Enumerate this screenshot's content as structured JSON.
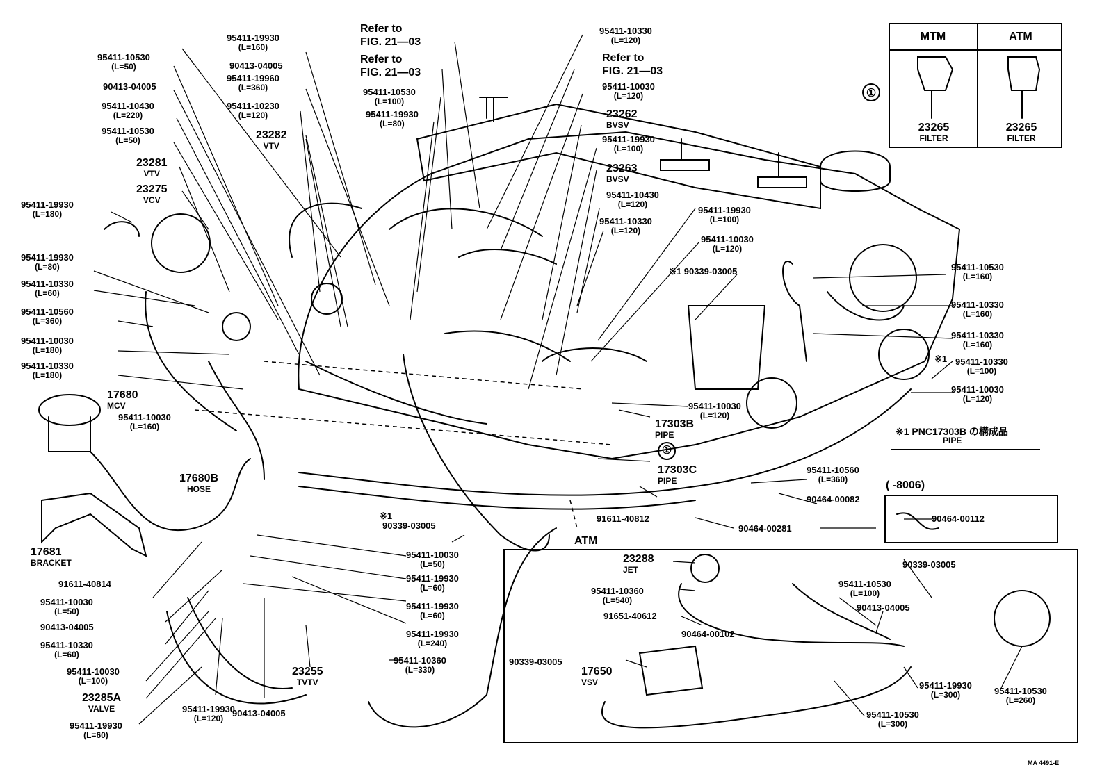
{
  "inset": {
    "col1": "MTM",
    "col2": "ATM",
    "circle": "①",
    "left_part": "23265",
    "left_part_name": "FILTER",
    "right_part": "23265",
    "right_part_name": "FILTER"
  },
  "refs": [
    {
      "line1": "Refer to",
      "line2": "FIG. 21—03"
    },
    {
      "line1": "Refer to",
      "line2": "FIG. 21—03"
    },
    {
      "line1": "Refer to",
      "line2": "FIG. 21—03"
    }
  ],
  "labels": {
    "l01": {
      "n": "95411-19930",
      "s": "(L=160)"
    },
    "l02": {
      "n": "95411-10530",
      "s": "(L=50)"
    },
    "l03": {
      "n": "90413-04005",
      "s": ""
    },
    "l04": {
      "n": "95411-19960",
      "s": "(L=360)"
    },
    "l05": {
      "n": "90413-04005",
      "s": ""
    },
    "l06": {
      "n": "95411-10230",
      "s": "(L=120)"
    },
    "l07": {
      "n": "95411-10430",
      "s": "(L=220)"
    },
    "l08": {
      "n": "95411-10530",
      "s": "(L=50)"
    },
    "l09": {
      "n": "23282",
      "s": "VTV"
    },
    "l10": {
      "n": "23281",
      "s": "VTV"
    },
    "l11": {
      "n": "23275",
      "s": "VCV"
    },
    "l12": {
      "n": "95411-19930",
      "s": "(L=180)"
    },
    "l13": {
      "n": "95411-19930",
      "s": "(L=80)"
    },
    "l14": {
      "n": "95411-10330",
      "s": "(L=60)"
    },
    "l15": {
      "n": "95411-10560",
      "s": "(L=360)"
    },
    "l16": {
      "n": "95411-10030",
      "s": "(L=180)"
    },
    "l17": {
      "n": "95411-10330",
      "s": "(L=180)"
    },
    "l18": {
      "n": "17680",
      "s": "MCV"
    },
    "l19": {
      "n": "95411-10030",
      "s": "(L=160)"
    },
    "l20": {
      "n": "17680B",
      "s": "HOSE"
    },
    "l21": {
      "n": "17681",
      "s": "BRACKET"
    },
    "l22": {
      "n": "91611-40814",
      "s": ""
    },
    "l23": {
      "n": "95411-10030",
      "s": "(L=50)"
    },
    "l24": {
      "n": "90413-04005",
      "s": ""
    },
    "l25": {
      "n": "95411-10330",
      "s": "(L=60)"
    },
    "l26": {
      "n": "95411-10030",
      "s": "(L=100)"
    },
    "l27": {
      "n": "23285A",
      "s": "VALVE"
    },
    "l28": {
      "n": "95411-19930",
      "s": "(L=60)"
    },
    "l29": {
      "n": "95411-19930",
      "s": "(L=120)"
    },
    "l30": {
      "n": "90413-04005",
      "s": ""
    },
    "l31": {
      "n": "23255",
      "s": "TVTV"
    },
    "l32": {
      "n": "95411-10360",
      "s": "(L=330)"
    },
    "l33": {
      "n": "95411-19930",
      "s": "(L=240)"
    },
    "l34": {
      "n": "95411-19930",
      "s": "(L=60)"
    },
    "l35": {
      "n": "95411-19930",
      "s": "(L=60)"
    },
    "l36": {
      "n": "95411-10030",
      "s": "(L=50)"
    },
    "l37": {
      "n": "※1",
      "s": ""
    },
    "l38": {
      "n": "90339-03005",
      "s": ""
    },
    "l39": {
      "n": "ATM",
      "s": ""
    },
    "l40": {
      "n": "95411-10530",
      "s": "(L=100)"
    },
    "l41": {
      "n": "95411-19930",
      "s": "(L=80)"
    },
    "l42": {
      "n": "95411-10330",
      "s": "(L=120)"
    },
    "l43": {
      "n": "95411-10030",
      "s": "(L=120)"
    },
    "l44": {
      "n": "23262",
      "s": "BVSV"
    },
    "l45": {
      "n": "95411-19930",
      "s": "(L=100)"
    },
    "l46": {
      "n": "23263",
      "s": "BVSV"
    },
    "l47": {
      "n": "95411-10430",
      "s": "(L=120)"
    },
    "l48": {
      "n": "95411-10330",
      "s": "(L=120)"
    },
    "l49": {
      "n": "95411-19930",
      "s": "(L=100)"
    },
    "l50": {
      "n": "95411-10030",
      "s": "(L=120)"
    },
    "l51": {
      "n": "※1 90339-03005",
      "s": ""
    },
    "l52": {
      "n": "95411-10530",
      "s": "(L=160)"
    },
    "l53": {
      "n": "95411-10330",
      "s": "(L=160)"
    },
    "l54": {
      "n": "95411-10330",
      "s": "(L=160)"
    },
    "l55": {
      "n": "※1",
      "s": ""
    },
    "l56": {
      "n": "95411-10330",
      "s": "(L=100)"
    },
    "l57": {
      "n": "95411-10030",
      "s": "(L=120)"
    },
    "l58": {
      "n": "95411-10030",
      "s": "(L=120)"
    },
    "l59": {
      "n": "17303B",
      "s": "PIPE"
    },
    "l60": {
      "n": "17303C",
      "s": "PIPE"
    },
    "l61": {
      "n": "95411-10560",
      "s": "(L=360)"
    },
    "l62": {
      "n": "90464-00082",
      "s": ""
    },
    "l63": {
      "n": "91611-40812",
      "s": ""
    },
    "l64": {
      "n": "90464-00281",
      "s": ""
    },
    "l65": {
      "n": "(       -8006)",
      "s": ""
    },
    "l66": {
      "n": "90464-00112",
      "s": ""
    },
    "l67": {
      "n": "23288",
      "s": "JET"
    },
    "l68": {
      "n": "95411-10360",
      "s": "(L=540)"
    },
    "l69": {
      "n": "91651-40612",
      "s": ""
    },
    "l70": {
      "n": "90464-00102",
      "s": ""
    },
    "l71": {
      "n": "90339-03005",
      "s": ""
    },
    "l72": {
      "n": "17650",
      "s": "VSV"
    },
    "l73": {
      "n": "90339-03005",
      "s": ""
    },
    "l74": {
      "n": "95411-10530",
      "s": "(L=100)"
    },
    "l75": {
      "n": "90413-04005",
      "s": ""
    },
    "l76": {
      "n": "95411-19930",
      "s": "(L=300)"
    },
    "l77": {
      "n": "95411-10530",
      "s": "(L=260)"
    },
    "l78": {
      "n": "95411-10530",
      "s": "(L=300)"
    }
  },
  "note": {
    "text": "※1 PNC17303B の構成品",
    "sub": "PIPE"
  },
  "circle_main": "①",
  "ref_code": "MA 4491-E"
}
